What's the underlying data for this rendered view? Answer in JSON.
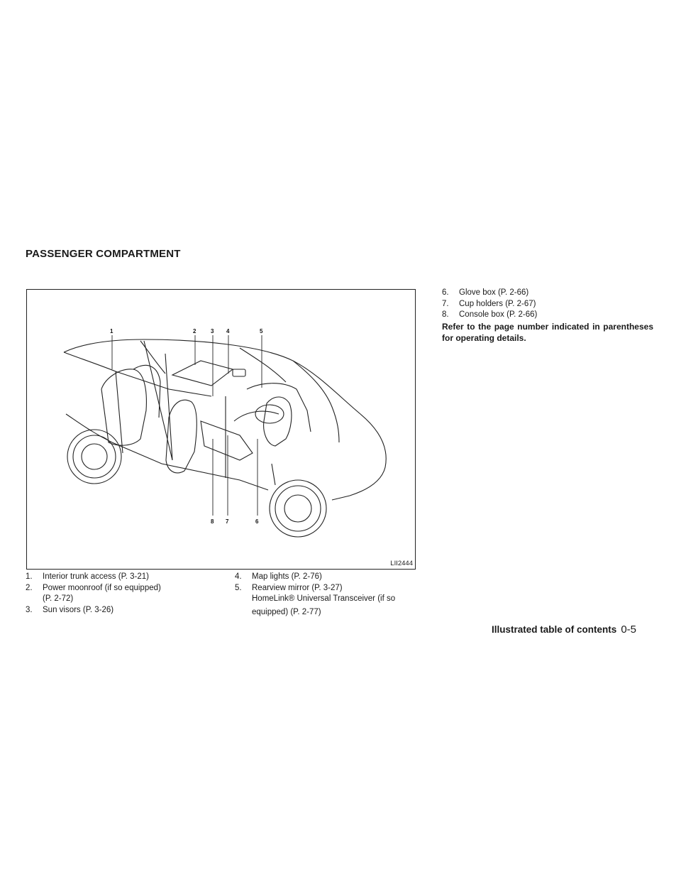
{
  "section_title": "PASSENGER COMPARTMENT",
  "figure": {
    "code": "LII2444",
    "callouts": [
      "1",
      "2",
      "3",
      "4",
      "5",
      "8",
      "7",
      "6"
    ]
  },
  "list_left": [
    {
      "num": "1.",
      "text": "Interior trunk access (P. 3-21)"
    },
    {
      "num": "2.",
      "text": "Power moonroof (if so equipped)",
      "cont": "(P. 2-72)"
    },
    {
      "num": "3.",
      "text": "Sun visors (P. 3-26)"
    }
  ],
  "list_mid": [
    {
      "num": "4.",
      "text": "Map lights (P. 2-76)"
    },
    {
      "num": "5.",
      "text": "Rearview mirror (P. 3-27)",
      "cont": "HomeLink® Universal Transceiver (if so",
      "cont2": "equipped) (P. 2-77)"
    }
  ],
  "list_right": [
    {
      "num": "6.",
      "text": "Glove box (P. 2-66)"
    },
    {
      "num": "7.",
      "text": "Cup holders (P. 2-67)"
    },
    {
      "num": "8.",
      "text": "Console box (P. 2-66)"
    }
  ],
  "note": "Refer to the page number indicated in parentheses for operating details.",
  "footer": {
    "title": "Illustrated table of contents",
    "page": "0-5"
  }
}
